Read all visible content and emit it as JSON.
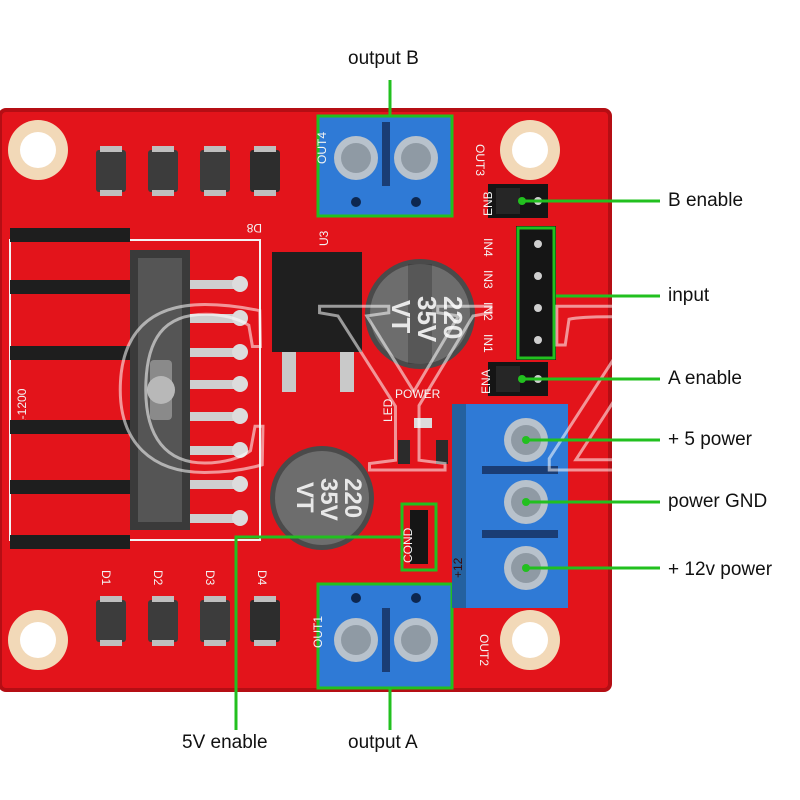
{
  "colors": {
    "board": "#e3141b",
    "board_dark": "#b50e14",
    "terminal": "#2f7ad6",
    "callout_line": "#22c01f"
  },
  "callouts": {
    "output_b": "output B",
    "b_enable": "B enable",
    "input": "input",
    "a_enable": "A enable",
    "plus5_power": "+ 5 power",
    "power_gnd": "power GND",
    "plus12_power": "+ 12v power",
    "five_v_enable": "5V enable",
    "output_a": "output A"
  },
  "silkscreen": {
    "out1": "OUT1",
    "out2": "OUT2",
    "out3": "OUT3",
    "out4": "OUT4",
    "enb": "ENB",
    "ena": "ENA",
    "u3": "U3",
    "power": "POWER",
    "cond": "COND",
    "d1": "D1",
    "d2": "D2",
    "d3": "D3",
    "d4": "D4",
    "d8": "D8",
    "in_a": "IN4",
    "in_b": "IN3",
    "in_c": "IN2",
    "in_d": "IN1",
    "led": "LED",
    "v12": "+12",
    "heatsink_left": "1-1200"
  },
  "capacitor": {
    "value": "220",
    "voltage": "35V",
    "mark": "VT"
  },
  "watermark": "CYZ"
}
